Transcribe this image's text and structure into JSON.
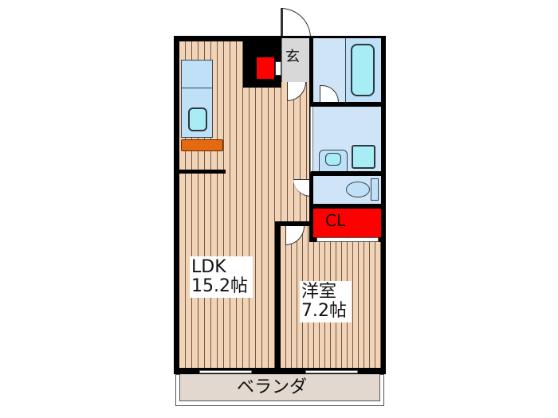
{
  "floorplan": {
    "rooms": {
      "ldk": {
        "name": "LDK",
        "size": "15.2帖"
      },
      "western_room": {
        "name": "洋室",
        "size": "7.2帖"
      },
      "entrance": {
        "name": "玄"
      },
      "closet": {
        "name": "CL"
      },
      "veranda": {
        "name": "ベランダ"
      }
    },
    "colors": {
      "floor": "#f3d3b6",
      "wall": "#000000",
      "wet_area": "#cfe4f6",
      "fixture_aqua": "#a8ecf6",
      "closet_red": "#ff0000",
      "counter_orange": "#e36a10",
      "veranda": "#e2d8cf",
      "entrance_gray": "#d8d8d8"
    }
  }
}
